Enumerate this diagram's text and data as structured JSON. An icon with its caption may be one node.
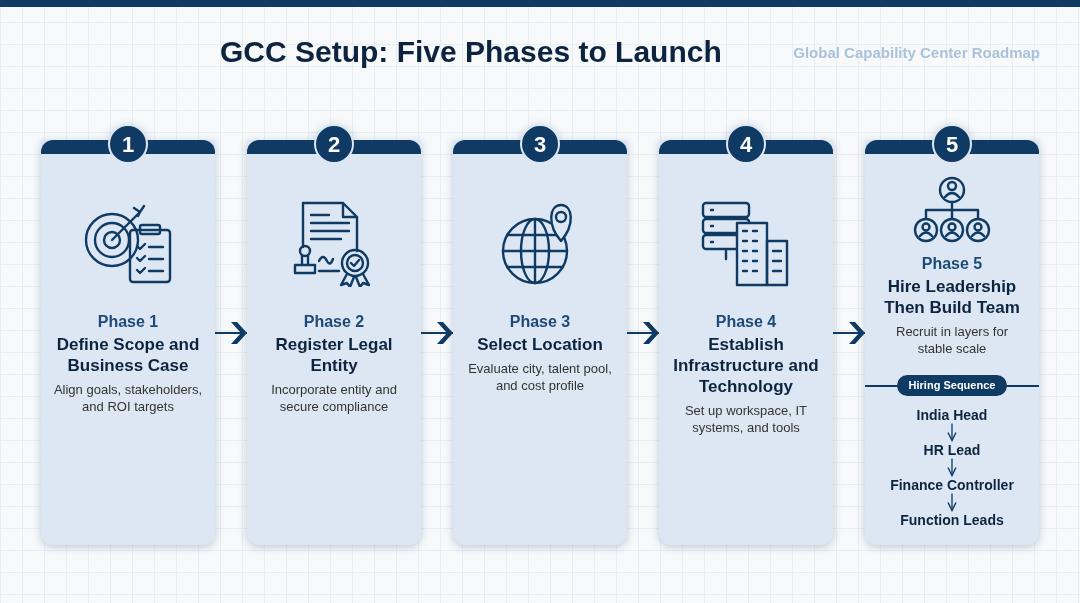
{
  "diagram": {
    "title": "GCC Setup: Five Phases to Launch",
    "nodes": [
      {
        "text": [
          "1",
          "Phase 1",
          "Define Scope and Business Case",
          "Align goals, stakeholders, and ROI targets"
        ]
      },
      {
        "text": [
          "2",
          "Phase 2",
          "Register Legal Entity",
          "Incorporate entity and secure compliance"
        ]
      },
      {
        "text": [
          "3",
          "Phase 3",
          "Select Location",
          "Evaluate city, talent pool, and cost profile"
        ]
      },
      {
        "text": [
          "4",
          "Phase 4",
          "Establish Infrastructure and Technology",
          "Set up workspace, IT systems, and tools"
        ]
      },
      {
        "text": [
          "5",
          "Phase 5",
          "Hire Leadership Then Build Team",
          "Recruit in layers for stable scale"
        ]
      },
      {
        "text": [
          "Hiring Sequence"
        ],
        "in": 4
      },
      {
        "text": [
          "India Head"
        ],
        "in": 4
      },
      {
        "text": [
          "HR Lead"
        ],
        "in": 4
      },
      {
        "text": [
          "Finance Controller"
        ],
        "in": 4
      },
      {
        "text": [
          "Function Leads"
        ],
        "in": 4
      }
    ],
    "edges": [
      {
        "from": 0,
        "to": 1,
        "arrow": "to"
      },
      {
        "from": 1,
        "to": 2,
        "arrow": "to"
      },
      {
        "from": 2,
        "to": 3,
        "arrow": "to"
      },
      {
        "from": 3,
        "to": 4,
        "arrow": "to"
      },
      {
        "from": 6,
        "to": 7,
        "arrow": "to"
      },
      {
        "from": 7,
        "to": 8,
        "arrow": "to"
      },
      {
        "from": 8,
        "to": 9,
        "arrow": "to"
      }
    ],
    "labels": [
      "Global Capability Center Roadmap"
    ]
  }
}
